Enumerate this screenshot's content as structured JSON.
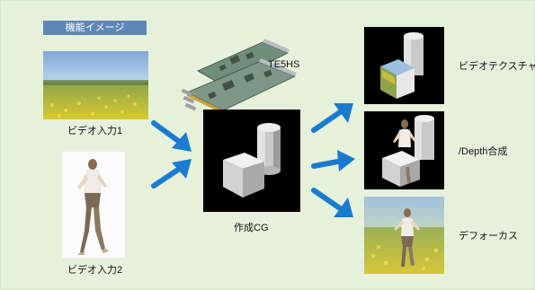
{
  "header": {
    "title": "機能イメージ"
  },
  "inputs": {
    "video1_label": "ビデオ入力1",
    "video2_label": "ビデオ入力2"
  },
  "device": {
    "label": "TE5HS"
  },
  "cg": {
    "label": "作成CG"
  },
  "outputs": [
    {
      "label": "ビデオテクスチャ"
    },
    {
      "label": "/Depth合成"
    },
    {
      "label": "デフォーカス"
    }
  ],
  "colors": {
    "background": "#e6f1dc",
    "title_badge": "#5f86b7",
    "arrow": "#1a7bd0"
  }
}
